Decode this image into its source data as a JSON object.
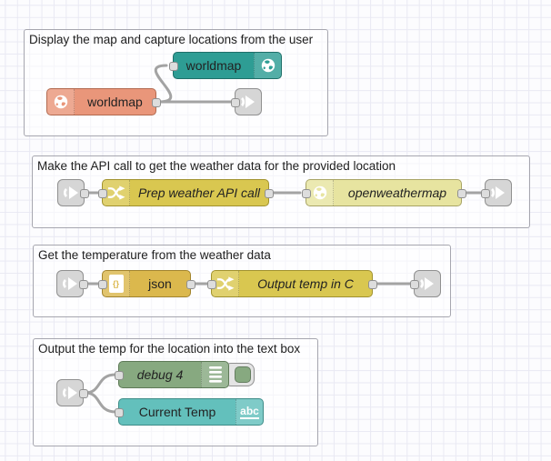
{
  "editor": {
    "groups": {
      "map": {
        "label": "Display the map and capture locations from the user"
      },
      "api": {
        "label": "Make the API call to get the weather data for the provided location"
      },
      "temp": {
        "label": "Get the temperature from the weather data"
      },
      "output": {
        "label": "Output the temp for the location into the text box"
      }
    },
    "nodes": {
      "worldmap_in": {
        "label": "worldmap",
        "color": "#2E9D94",
        "icon": "globe-icon"
      },
      "worldmap": {
        "label": "worldmap",
        "color": "#E9967A",
        "icon": "globe-icon"
      },
      "prep_weather": {
        "label": "Prep weather API call",
        "color": "#D9C750",
        "icon": "change-icon"
      },
      "openweathermap": {
        "label": "openweathermap",
        "color": "#E7E4A0",
        "icon": "globe-icon"
      },
      "json": {
        "label": "json",
        "color": "#DBB84D",
        "icon": "json-file-icon"
      },
      "output_temp": {
        "label": "Output temp in C",
        "color": "#D9C750",
        "icon": "change-icon"
      },
      "debug": {
        "label": "debug 4",
        "color": "#87A980",
        "icon": "debug-list-icon",
        "toggle": "enabled"
      },
      "current_temp": {
        "label": "Current Temp",
        "color": "#63C0BC",
        "icon": "text-abc-icon"
      }
    },
    "icons": {
      "json_glyph": "{}",
      "abc_glyph": "abc"
    },
    "colors": {
      "wire": "#a3a3a3",
      "link_node": "#d6d6d6",
      "grid_line": "#e9e9f3",
      "group_border": "#a6a6af",
      "debug_toggle_on": "#87A980"
    }
  }
}
